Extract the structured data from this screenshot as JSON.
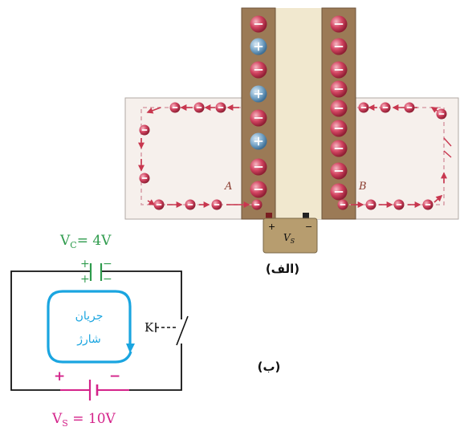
{
  "figure_a": {
    "caption": "(الف)",
    "plate_left_label": "A",
    "plate_right_label": "B",
    "battery_label": "V",
    "battery_label_sub": "S",
    "battery_plus": "+",
    "battery_minus": "−"
  },
  "figure_b": {
    "caption": "(ب)",
    "capacitor_label": "V",
    "capacitor_label_sub": "C",
    "capacitor_label_value": "= 4V",
    "capacitor_plus": "+",
    "capacitor_minus": "−",
    "source_label": "V",
    "source_label_sub": "S",
    "source_label_value": " = 10V",
    "source_plus": "+",
    "source_minus": "−",
    "switch_label": "K",
    "current_line1": "جریان",
    "current_line2": "شارژ"
  },
  "colors": {
    "board": "#f6f0ec",
    "plate": "#9b7a56",
    "electron": "#c8374f",
    "proton": "#6f9ec2",
    "dielectric": "#f1e8cf",
    "battery": "#b79d6f",
    "green": "#2e9b4c",
    "magenta": "#d4238a",
    "cyan": "#1aa5e0"
  }
}
